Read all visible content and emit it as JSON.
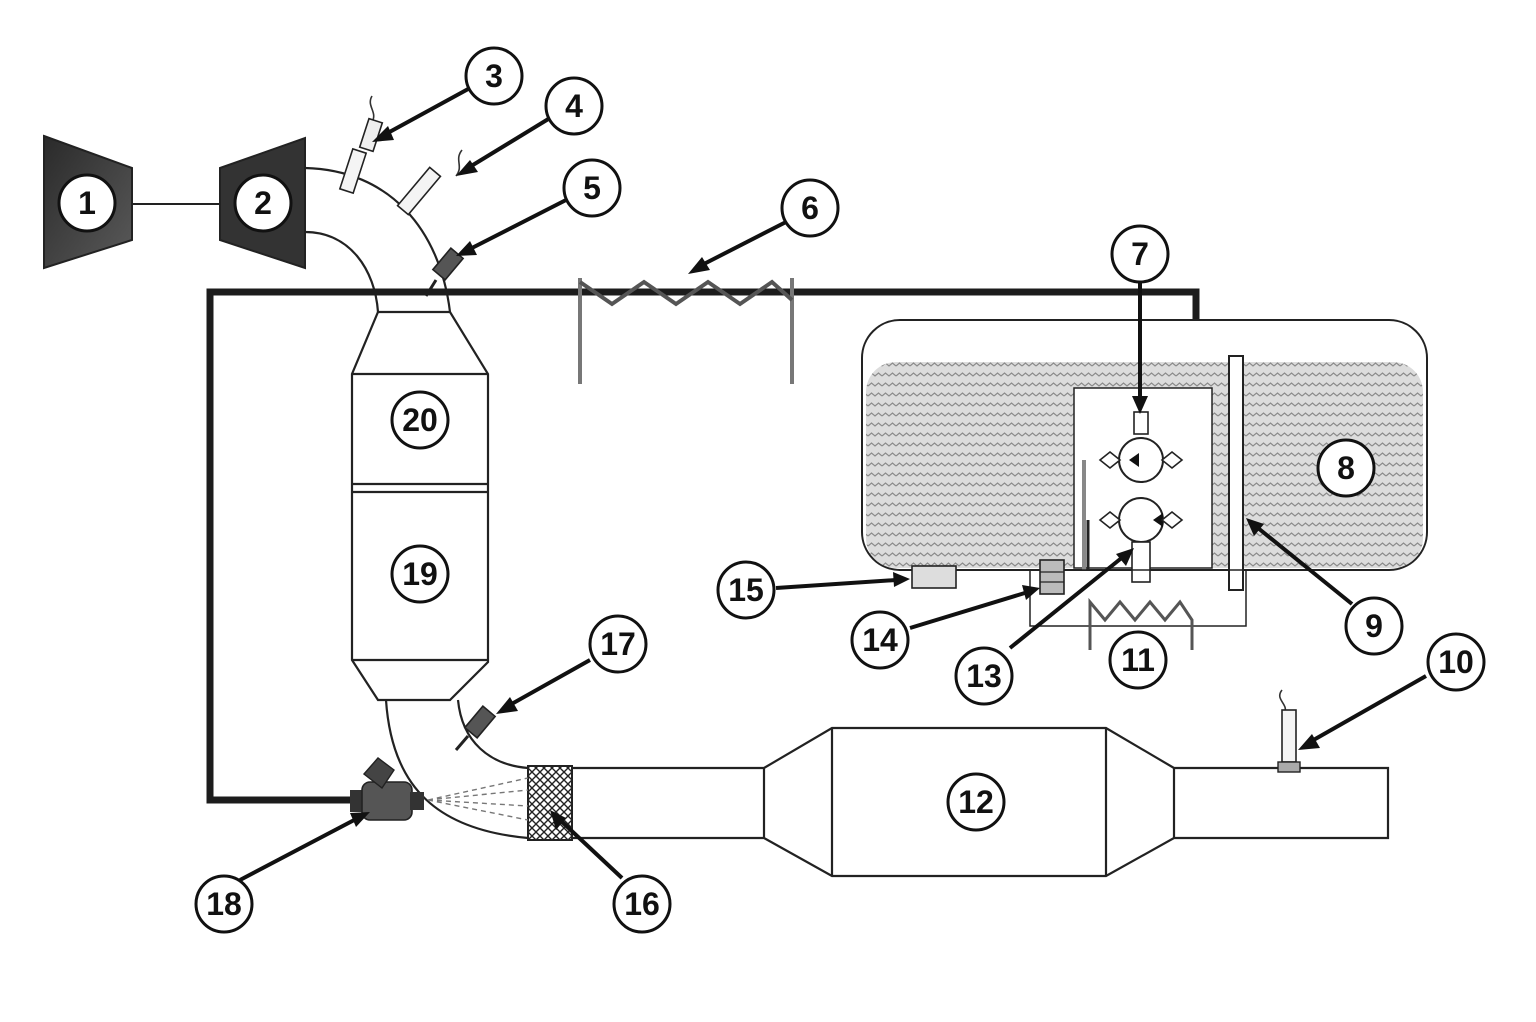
{
  "labels": [
    "1",
    "2",
    "3",
    "4",
    "5",
    "6",
    "7",
    "8",
    "9",
    "10",
    "11",
    "12",
    "13",
    "14",
    "15",
    "16",
    "17",
    "18",
    "19",
    "20"
  ],
  "colors": {
    "line": "#222222",
    "tank_fill": "#d9d9d9",
    "dark_part": "#3a3a3a",
    "label_bg": "#ffffff"
  }
}
